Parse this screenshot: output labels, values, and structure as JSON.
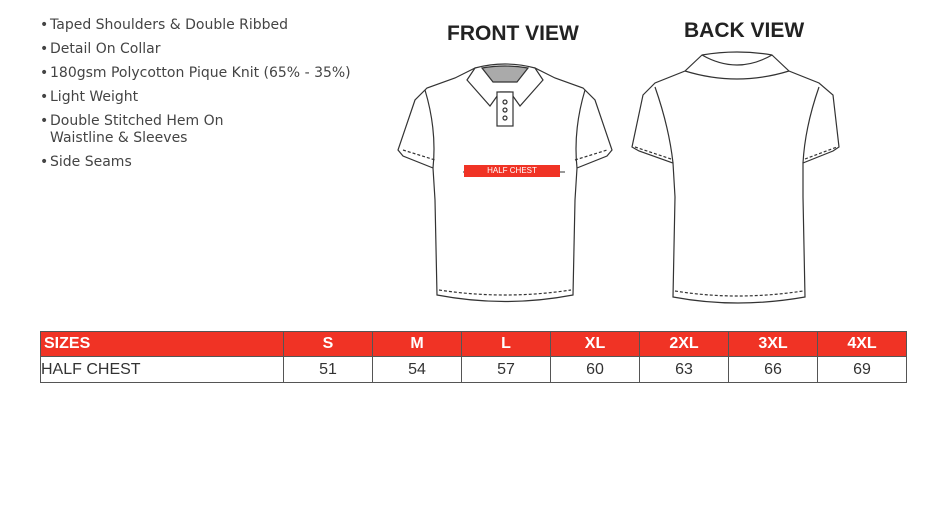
{
  "features": [
    "Taped Shoulders & Double Ribbed",
    "Detail On Collar",
    "180gsm Polycotton Pique Knit (65% - 35%)",
    "Light Weight",
    "Double Stitched Hem On\nWaistline & Sleeves",
    "Side Seams"
  ],
  "front_title": "FRONT VIEW",
  "back_title": "BACK VIEW",
  "measure_label": "HALF CHEST",
  "table": {
    "header": [
      "SIZES",
      "S",
      "M",
      "L",
      "XL",
      "2XL",
      "3XL",
      "4XL"
    ],
    "row": [
      "HALF CHEST",
      "51",
      "54",
      "57",
      "60",
      "63",
      "66",
      "69"
    ]
  },
  "colors": {
    "accent": "#f03325"
  }
}
